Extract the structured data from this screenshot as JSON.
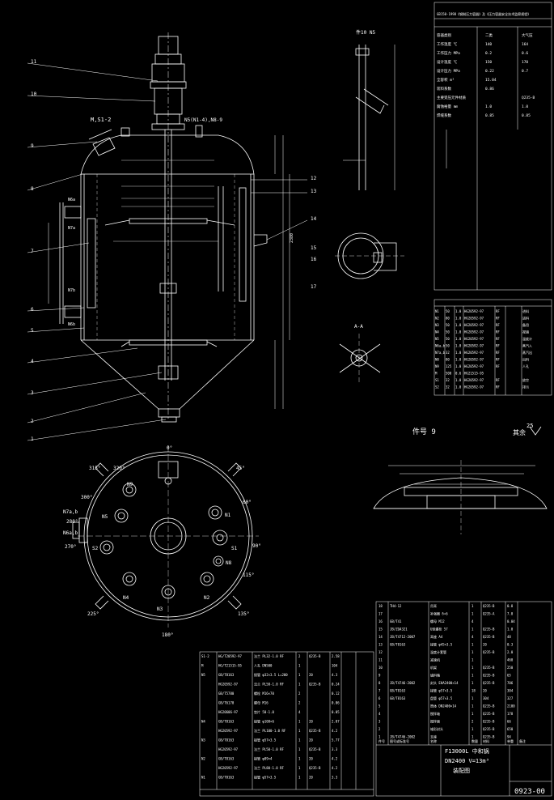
{
  "drawing": {
    "number": "0923-00",
    "title_top": "F13000L 中和锅",
    "title_mid": "DN2400 V=13m³",
    "title_bot": "装配图"
  },
  "labels": {
    "view_a": "A-A",
    "part9_title": "件号 9",
    "rest_roughness": "其余",
    "rough_val": "25",
    "manhole_left": "M,S1-2",
    "nozzle_top": "N5(N1-4),N8-9",
    "part_n5": "件10 N5",
    "dims_right": "2380"
  },
  "parts_left": [
    "11",
    "10",
    "9",
    "8",
    "7",
    "6",
    "5",
    "4",
    "3",
    "2",
    "1"
  ],
  "parts_right": [
    "12",
    "13",
    "14",
    "15",
    "16",
    "17"
  ],
  "nozzle_labels": [
    "N6a",
    "N7a",
    "N7b",
    "N6b"
  ],
  "angles": [
    "0°",
    "45°",
    "60°",
    "90°",
    "115°",
    "135°",
    "180°",
    "225°",
    "270°",
    "280°",
    "300°",
    "315°",
    "320°"
  ],
  "plan_nozzles": [
    "N9",
    "N5",
    "N1",
    "S2",
    "S1",
    "N8",
    "N4",
    "N3",
    "N2",
    "N7a,b",
    "N6a,b"
  ],
  "right_table_first": "GB150-1998《钢制压力容器》及《压力容器安全技术监察规程》",
  "spec_rows": [
    [
      "容器类别",
      "二类",
      "大气压"
    ],
    [
      "工作温度 ℃",
      "140",
      "164"
    ],
    [
      "工作压力 MPa",
      "0.2",
      "0.6"
    ],
    [
      "设计温度 ℃",
      "150",
      "170"
    ],
    [
      "设计压力 MPa",
      "0.22",
      "0.7"
    ],
    [
      "全容积 m³",
      "15.04",
      ""
    ],
    [
      "装料系数",
      "0.86",
      ""
    ],
    [
      "主要受压元件材质",
      "",
      "Q235-B"
    ],
    [
      "腐蚀裕量 mm",
      "1.0",
      "1.0"
    ],
    [
      "焊缝系数",
      "0.85",
      "0.85"
    ]
  ],
  "nozzle_table": [
    [
      "N1",
      "50",
      "1.0",
      "HG20592-97",
      "RF",
      "进料"
    ],
    [
      "N2",
      "80",
      "1.0",
      "HG20592-97",
      "RF",
      "进料"
    ],
    [
      "N3",
      "50",
      "1.0",
      "HG20592-97",
      "RF",
      "备用"
    ],
    [
      "N4",
      "50",
      "1.0",
      "HG20592-97",
      "RF",
      "视镜"
    ],
    [
      "N5",
      "50",
      "1.0",
      "HG20592-97",
      "RF",
      "温度计"
    ],
    [
      "N6a,b",
      "50",
      "1.0",
      "HG20592-97",
      "RF",
      "蒸汽入"
    ],
    [
      "N7a,b",
      "32",
      "1.0",
      "HG20592-97",
      "RF",
      "蒸汽出"
    ],
    [
      "N8",
      "80",
      "1.0",
      "HG20592-97",
      "RF",
      "出料"
    ],
    [
      "N9",
      "125",
      "1.0",
      "HG20592-97",
      "RF",
      "人孔"
    ],
    [
      "M",
      "500",
      "0.6",
      "HG21515-95",
      "",
      ""
    ],
    [
      "S1",
      "32",
      "1.0",
      "HG20592-97",
      "RF",
      "放空"
    ],
    [
      "S2",
      "32",
      "1.0",
      "HG20592-97",
      "RF",
      "排污"
    ]
  ],
  "bom_right": [
    [
      "18",
      "TH4-12",
      "吊耳",
      "1",
      "Q235-B",
      "0.8"
    ],
    [
      "17",
      "",
      "补强圈 δ=6",
      "1",
      "Q235-A",
      "7.0"
    ],
    [
      "16",
      "GB/T41",
      "螺母 M12",
      "4",
      "",
      "0.04"
    ],
    [
      "15",
      "JB/ZQ4321",
      "U型螺栓 57",
      "1",
      "Q235-B",
      "1.0"
    ],
    [
      "14",
      "JB/T4712-2007",
      "耳座 A4",
      "4",
      "Q235-B",
      "48"
    ],
    [
      "13",
      "GB/T8163",
      "接管 φ45×3.5",
      "1",
      "20",
      "0.3"
    ],
    [
      "12",
      "",
      "温度计套管",
      "1",
      "Q235-B",
      "2.0"
    ],
    [
      "11",
      "",
      "减速机",
      "1",
      "",
      "460"
    ],
    [
      "10",
      "",
      "机架",
      "1",
      "Q235-B",
      "250"
    ],
    [
      "9",
      "",
      "填料箱",
      "1",
      "Q235-B",
      "65"
    ],
    [
      "8",
      "JB/T4746-2002",
      "封头 EHA2400×14",
      "1",
      "Q235-B",
      "706"
    ],
    [
      "7",
      "GB/T8163",
      "接管 φ57×3.5",
      "18",
      "20",
      "304"
    ],
    [
      "6",
      "GB/T8163",
      "盘管 φ57×3.5",
      "1",
      "304",
      "327"
    ],
    [
      "5",
      "",
      "筒体 DN2400×14",
      "1",
      "Q235-B",
      "2100"
    ],
    [
      "4",
      "",
      "搅拌轴",
      "1",
      "Q235-B",
      "178"
    ],
    [
      "3",
      "",
      "搅拌器",
      "2",
      "Q235-B",
      "66"
    ],
    [
      "2",
      "",
      "锥形封头",
      "1",
      "Q235-B",
      "650"
    ],
    [
      "1",
      "JB/T4746-2002",
      "支座",
      "1",
      "Q235-B",
      "94"
    ]
  ],
  "bom_left": [
    [
      "S1-2",
      "HG/T20592-97",
      "法兰 PL32-1.0 RF",
      "2",
      "Q235-B",
      "2.58"
    ],
    [
      "M",
      "HG/T21515-95",
      "人孔 DN500",
      "1",
      "",
      "104"
    ],
    [
      "N5",
      "GB/T8163",
      "接管 φ32×3.5 L=200",
      "1",
      "20",
      "4.3"
    ],
    [
      "",
      "HG20592-97",
      "法兰 PL50-1.0 RF",
      "1",
      "Q235-B",
      "0.24"
    ],
    [
      "",
      "GB/T5780",
      "螺栓 M16×70",
      "2",
      "",
      "0.12"
    ],
    [
      "",
      "GB/T6170",
      "螺母 M16",
      "2",
      "",
      "0.06"
    ],
    [
      "",
      "HG20606-97",
      "垫片 50-1.0",
      "4",
      "",
      "0.05"
    ],
    [
      "N4",
      "GB/T8163",
      "接管 φ108×6",
      "1",
      "20",
      "2.87"
    ],
    [
      "",
      "HG20592-97",
      "法兰 PL100-1.0 RF",
      "1",
      "Q235-B",
      "4.2"
    ],
    [
      "N3",
      "GB/T8163",
      "接管 φ57×3.5",
      "1",
      "20",
      "5.77"
    ],
    [
      "",
      "HG20592-97",
      "法兰 PL50-1.0 RF",
      "1",
      "Q235-B",
      "3.3"
    ],
    [
      "N2",
      "GB/T8163",
      "接管 φ89×4",
      "1",
      "20",
      "4.2"
    ],
    [
      "",
      "HG20592-97",
      "法兰 PL80-1.0 RF",
      "1",
      "Q235-B",
      "4.2"
    ],
    [
      "N1",
      "GB/T8163",
      "接管 φ57×3.5",
      "1",
      "20",
      "3.3"
    ]
  ],
  "col_headers": [
    "件号",
    "图号或标准号",
    "名称",
    "数量",
    "材料",
    "单重",
    "备注"
  ]
}
